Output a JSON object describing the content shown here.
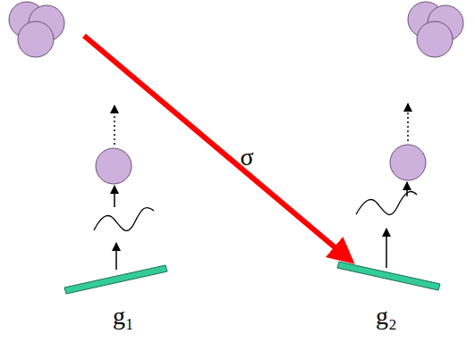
{
  "diagram": {
    "labels": [
      "σ",
      "g₁",
      "g₂"
    ]
  }
}
